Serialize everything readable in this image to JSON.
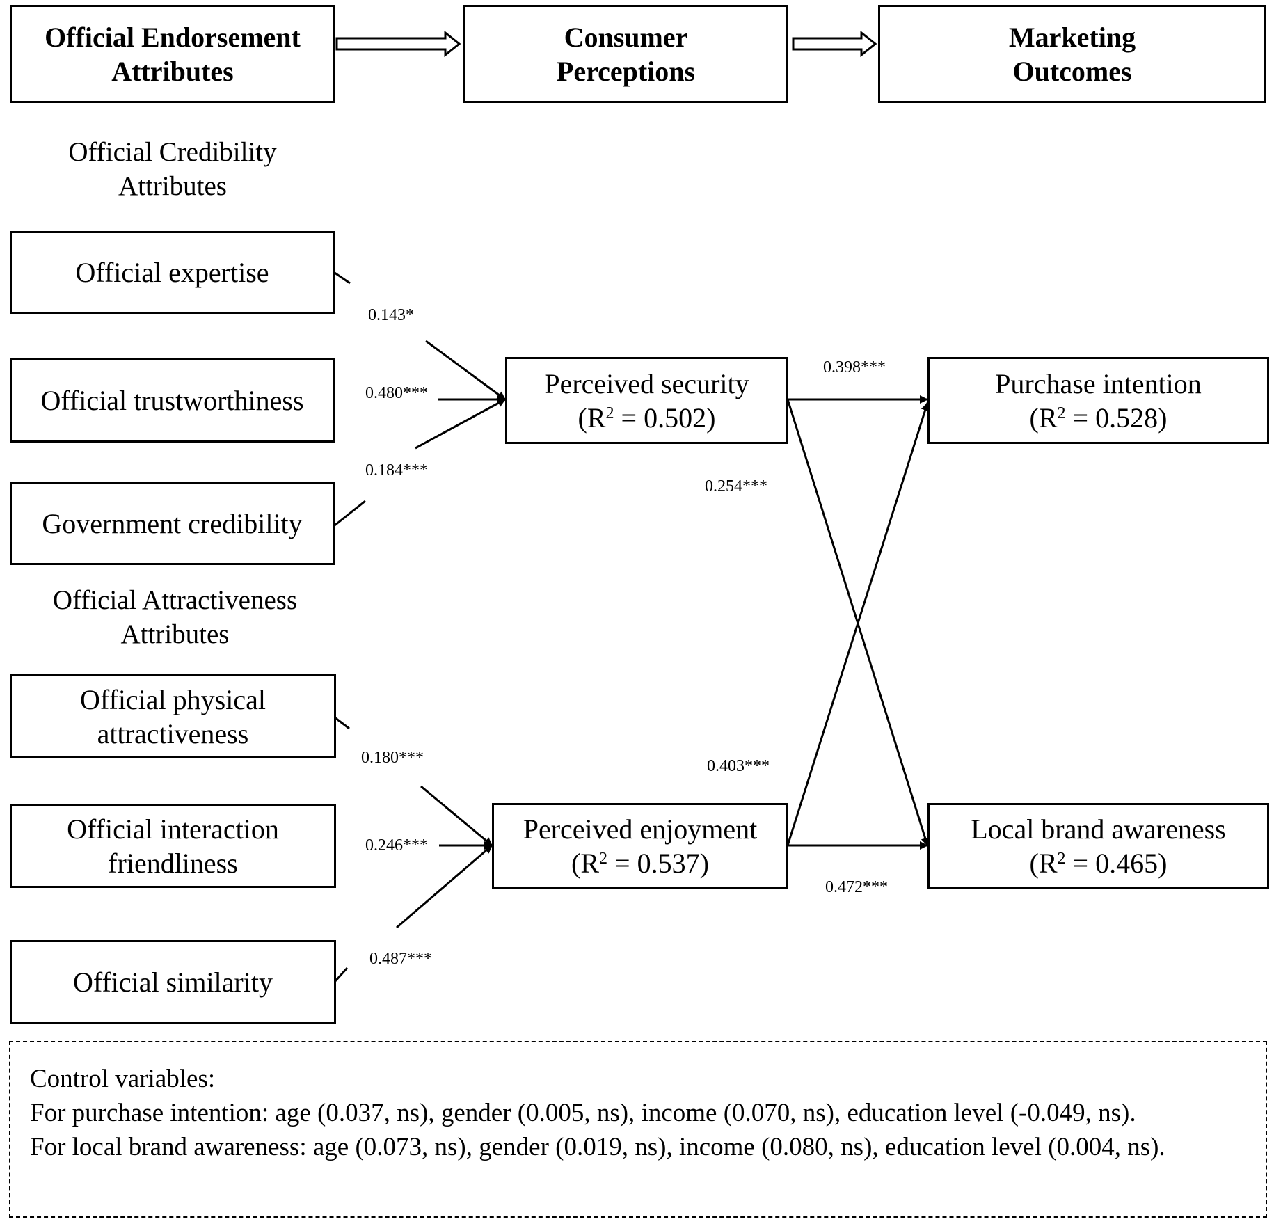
{
  "header": {
    "col1": [
      "Official Endorsement",
      "Attributes"
    ],
    "col2": [
      "Consumer",
      "Perceptions"
    ],
    "col3": [
      "Marketing",
      "Outcomes"
    ]
  },
  "groups": {
    "credibility": [
      "Official Credibility",
      "Attributes"
    ],
    "attractiveness": [
      "Official Attractiveness",
      "Attributes"
    ]
  },
  "attributes": {
    "expertise": [
      "Official expertise"
    ],
    "trustworthiness": [
      "Official trustworthiness"
    ],
    "government": [
      "Government credibility"
    ],
    "physical": [
      "Official physical",
      "attractiveness"
    ],
    "interaction": [
      "Official interaction",
      "friendliness"
    ],
    "similarity": [
      "Official similarity"
    ]
  },
  "mediators": {
    "security": {
      "name": "Perceived security",
      "r2_prefix": "(R",
      "r2_sup": "2",
      "r2_value": " = 0.502)"
    },
    "enjoyment": {
      "name": "Perceived enjoyment",
      "r2_prefix": "(R",
      "r2_sup": "2",
      "r2_value": " = 0.537)"
    }
  },
  "outcomes": {
    "purchase": {
      "name": "Purchase intention",
      "r2_prefix": "(R",
      "r2_sup": "2",
      "r2_value": " = 0.528)"
    },
    "awareness": {
      "name": "Local brand awareness",
      "r2_prefix": "(R",
      "r2_sup": "2",
      "r2_value": " = 0.465)"
    }
  },
  "paths": {
    "expertise_security": "0.143*",
    "trust_security": "0.480***",
    "gov_security": "0.184***",
    "physical_enjoyment": "0.180***",
    "interaction_enjoyment": "0.246***",
    "similarity_enjoyment": "0.487***",
    "security_purchase": "0.398***",
    "security_awareness": "0.254***",
    "enjoyment_purchase": "0.403***",
    "enjoyment_awareness": "0.472***"
  },
  "controls": {
    "title": "Control variables:",
    "purchase": "For purchase intention: age (0.037, ns), gender (0.005, ns), income (0.070, ns), education level (-0.049, ns).",
    "awareness": "For local brand awareness: age (0.073, ns), gender (0.019, ns), income (0.080, ns), education level (0.004, ns)."
  }
}
